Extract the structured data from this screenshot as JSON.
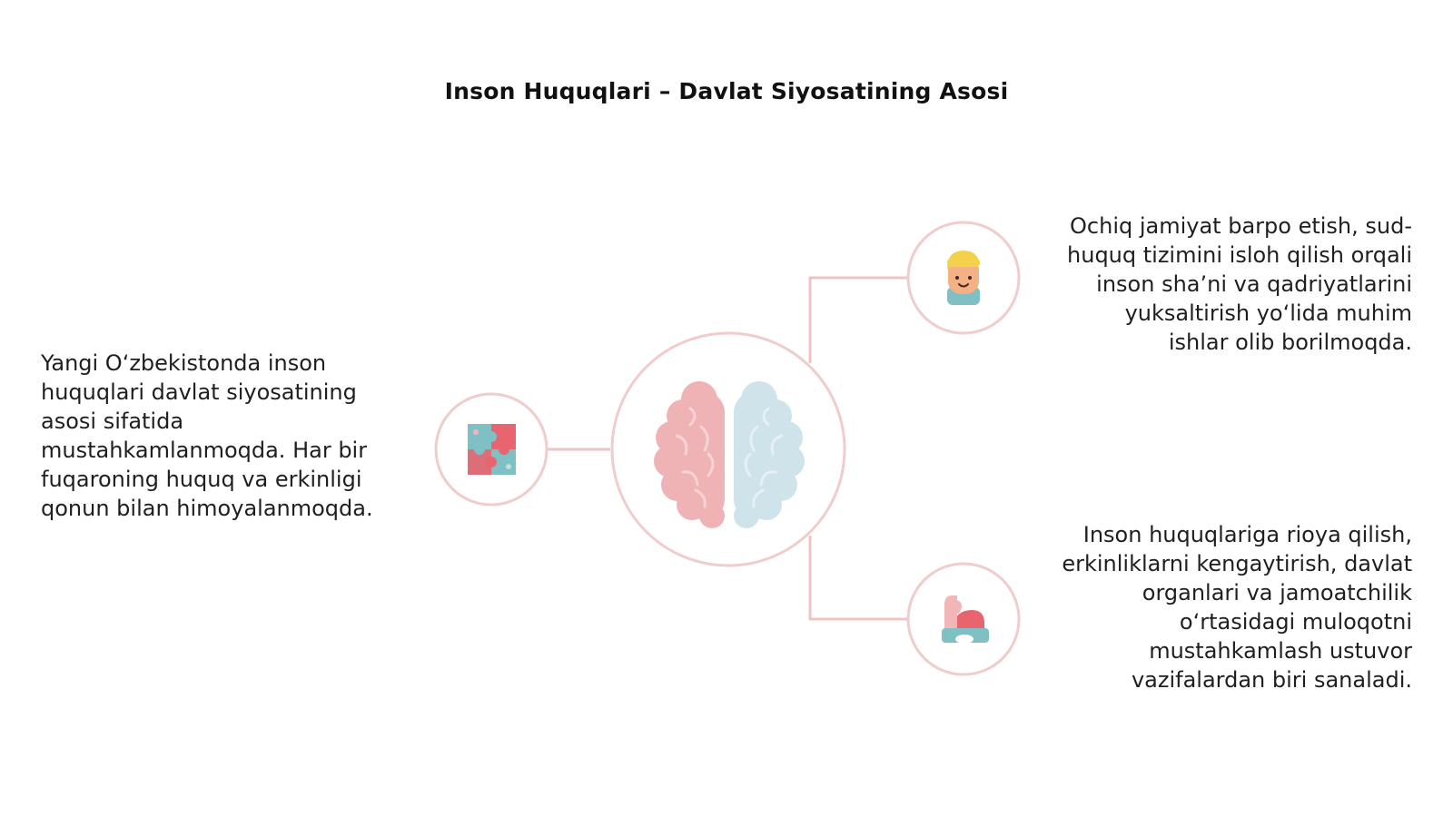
{
  "slide": {
    "title": "Inson Huquqlari – Davlat Siyosatining Asosi"
  },
  "blocks": {
    "left": "Yangi O‘zbekistonda inson huquqlari davlat siyosatining asosi sifatida mustahkamlanmoqda. Har bir fuqaroning huquq va erkinligi qonun bilan himoyalanmoqda.",
    "top_right": "Ochiq jamiyat barpo etish, sud-huquq tizimini isloh qilish orqali inson sha’ni va qadriyatlarini yuksaltirish yo‘lida muhim ishlar olib borilmoqda.",
    "bottom_right": "Inson huquqlariga rioya qilish, erkinliklarni kengaytirish, davlat organlari va jamoatchilik o‘rtasidagi muloqotni mustahkamlash ustuvor vazifalardan biri sanaladi."
  },
  "icons": {
    "center": "brain-icon",
    "left": "puzzle-icon",
    "top_right": "person-icon",
    "bottom_right": "toy-horse-icon"
  },
  "colors": {
    "ring": "#f0cccc",
    "connector": "#efc3c3",
    "brain_left": "#efb3b5",
    "brain_right": "#cfe3ea",
    "accent_red": "#e8646e",
    "accent_teal": "#7fc0c5"
  }
}
